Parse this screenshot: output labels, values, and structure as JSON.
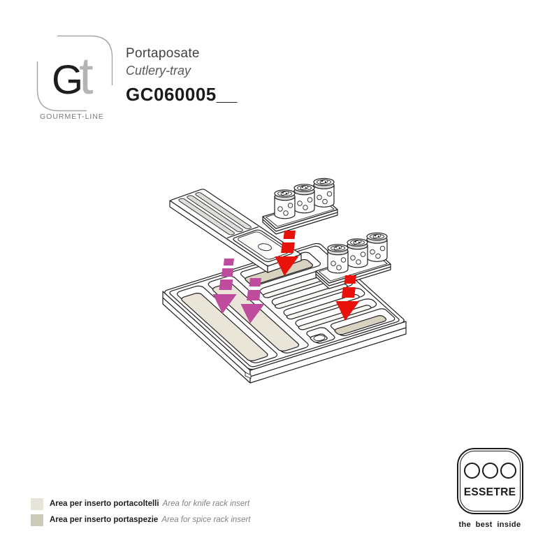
{
  "brand_logo": {
    "letter_primary": "G",
    "letter_secondary": "t",
    "tagline": "GOURMET-LINE"
  },
  "header": {
    "product_name_it": "Portaposate",
    "product_name_en": "Cutlery-tray",
    "product_code": "GC060005__"
  },
  "legend": {
    "items": [
      {
        "label_it": "Area per inserto portacoltelli",
        "label_en": "Area for knife rack insert",
        "swatch": "#e7e4da"
      },
      {
        "label_it": "Area per inserto portaspezie",
        "label_en": "Area for spice rack insert",
        "swatch": "#cccab8"
      }
    ]
  },
  "supplier_logo": {
    "name": "ESSETRE",
    "tagline": "the best inside"
  },
  "colors": {
    "ink": "#231f20",
    "magenta": "#bf4b9d",
    "red": "#e8120b",
    "knife_area": "#e9e6d9",
    "spice_area": "#d7d3c0"
  }
}
